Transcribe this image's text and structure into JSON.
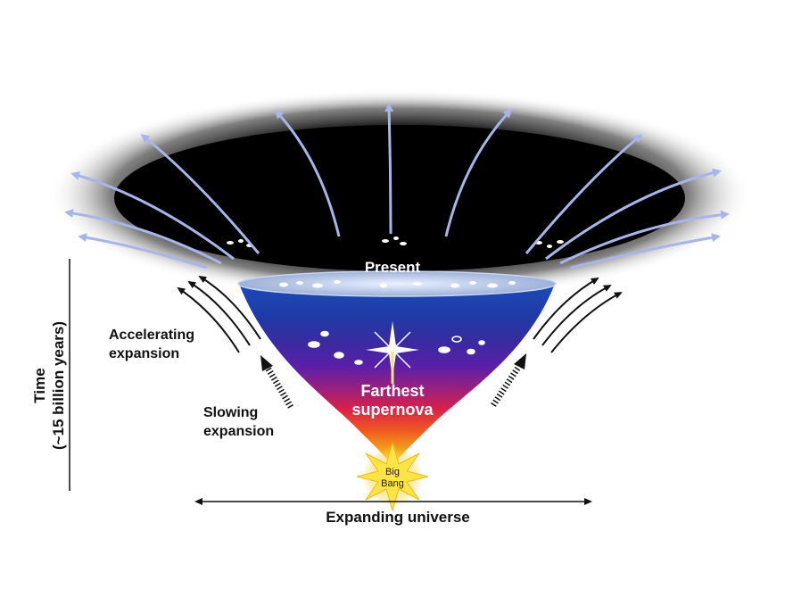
{
  "labels": {
    "present": "Present",
    "accelerating_line1": "Accelerating",
    "accelerating_line2": "expansion",
    "slowing_line1": "Slowing",
    "slowing_line2": "expansion",
    "supernova_line1": "Farthest",
    "supernova_line2": "supernova",
    "big_bang_line1": "Big",
    "big_bang_line2": "Bang",
    "time_axis_line1": "Time",
    "time_axis_line2": "(~15 billion years)",
    "expanding_universe": "Expanding universe"
  },
  "colors": {
    "arrow_blue": "#a9b4e8",
    "funnel_top": "#1a3aa8",
    "funnel_mid": "#5a1fa8",
    "funnel_red": "#d8204a",
    "funnel_orange": "#f07a18",
    "funnel_bottom": "#f6d21a",
    "star_yellow": "#fbe544"
  },
  "icons": {
    "big_bang": "starburst-icon",
    "supernova": "star-flash-icon",
    "galaxy": "galaxy-icon"
  }
}
